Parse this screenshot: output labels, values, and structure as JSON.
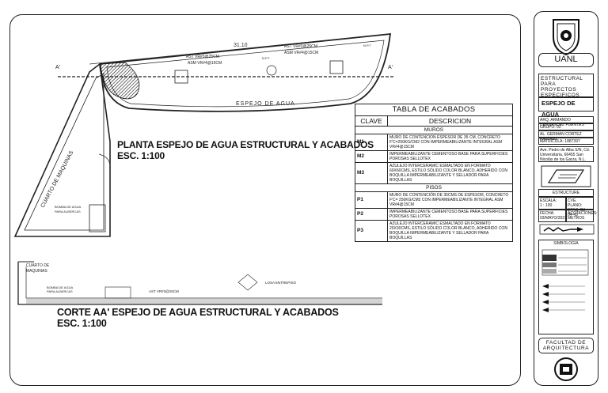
{
  "plan": {
    "title_line1": "PLANTA ESPEJO DE AGUA  ESTRUCTURAL Y ACABADOS",
    "title_line2": "ESC. 1:100",
    "room_label": "CUARTO DE MAQUINAS",
    "pool_label": "ESPEJO DE AGUA",
    "pump_label_line1": "BOMBA DE AGUA",
    "pump_label_line2": "PARA ALBERCAS",
    "dim_top": "31.10",
    "rebar_1": "AST VR#3@25CM",
    "rebar_2": "ASM VR#4@15CM",
    "rebar_3": "AST VR#3@25CM",
    "rebar_4": "ASM VR#4@15CM",
    "level_1": "N.P.T",
    "level_2": "N.P.T",
    "section_mark_left": "A'",
    "section_mark_right": "A'"
  },
  "section": {
    "title_line1": "CORTE AA' ESPEJO DE AGUA  ESTRUCTURAL Y ACABADOS",
    "title_line2": "ESC. 1:100",
    "room_label_line1": "CUARTO DE",
    "room_label_line2": "MAQUINAS",
    "pump_label_line1": "BOMBA DE AGUA",
    "pump_label_line2": "PARA ALBERCAS",
    "rebar": "AST VR#3@25CM",
    "slab_label": "LOSA ENTREPISO"
  },
  "finishes_table": {
    "title": "TABLA DE ACABADOS",
    "col_key": "CLAVE",
    "col_desc": "DESCRICION",
    "section_walls": "MUROS",
    "section_floors": "PISOS",
    "walls": [
      {
        "code": "M1",
        "desc": "MURO DE CONTENCION ESPESOR DE 35 CM, CONCRETO F'C=250KG/CM2 CON IMPERMEABILIZANTE INTEGRAL ASM VR#4@15CM"
      },
      {
        "code": "M2",
        "desc": "IMPERMEABILIZANTE CEMENTOSO BASE PARA SUPERFICIES POROSAS SELLOTEX"
      },
      {
        "code": "M3",
        "desc": "AZULEJO INTERCERAMIC ESMALTADO EN FORMATO 60X60CMS, ESTILO SÓLIDO COLOR BLANCO, ADHERIDO CON BOQUILLA IMPERMEABILIZANTE Y SELLADOR PARA BOQUILLAS"
      }
    ],
    "floors": [
      {
        "code": "P1",
        "desc": "MURO DE CONTENCIÓN DE 35CMS DE ESPESOR, CONCRETO F'C= 250KG/CM2 CON IMPERMEABILIZANTE INTEGRAL ASM VR#4@15CM"
      },
      {
        "code": "P2",
        "desc": "IMPERMEABILIZANTE CEMENTOSO BASE PARA SUPERFICIES POROSAS SELLOTEX"
      },
      {
        "code": "P3",
        "desc": "AZULEJO INTERCERAMIC ESMALTADO EN FORMATO 20X30CMS, ESTILO SÓLIDO COLOR BLANCO, ADHERIDO CON BOQUILLA IMPERMEABILIZANTE Y SELLADOR PARA BOQUILLAS"
      }
    ]
  },
  "title_block": {
    "university": "UANL",
    "project_line1": "ESTRUCTURAL PARA",
    "project_line2": "PROYECTOS",
    "project_line3": "ESPECIFICOS",
    "sheet_name": "ESPEJO DE AGUA",
    "people": [
      "ARQ. ARMANDO HERNANDEZ FUENTES",
      "GRUPO: 02",
      "AL. GERMAN CORTEZ RAMIREZ",
      "MATRICULA: 1887397"
    ],
    "address": "Ave. Pedro de Alba S/N, Cd. Universitaria, 66455 San Nicolás de los Garza, N.L.",
    "drawing_type": "ESTRUCTURE",
    "scale_label": "ESCALA:",
    "scale_value": "1 : 100",
    "key_label": "CVE. PLANO:",
    "key_value": "EPAG-CU-04-43",
    "date_label": "FECHA:",
    "date_value": "03/MAYO/2021",
    "dimensions_label": "ACOTACIONES:",
    "dimensions_value": "METROS",
    "symbology": "SIMBOLOGIA",
    "faculty_line1": "FACULTAD DE",
    "faculty_line2": "ARQUITECTURA"
  }
}
